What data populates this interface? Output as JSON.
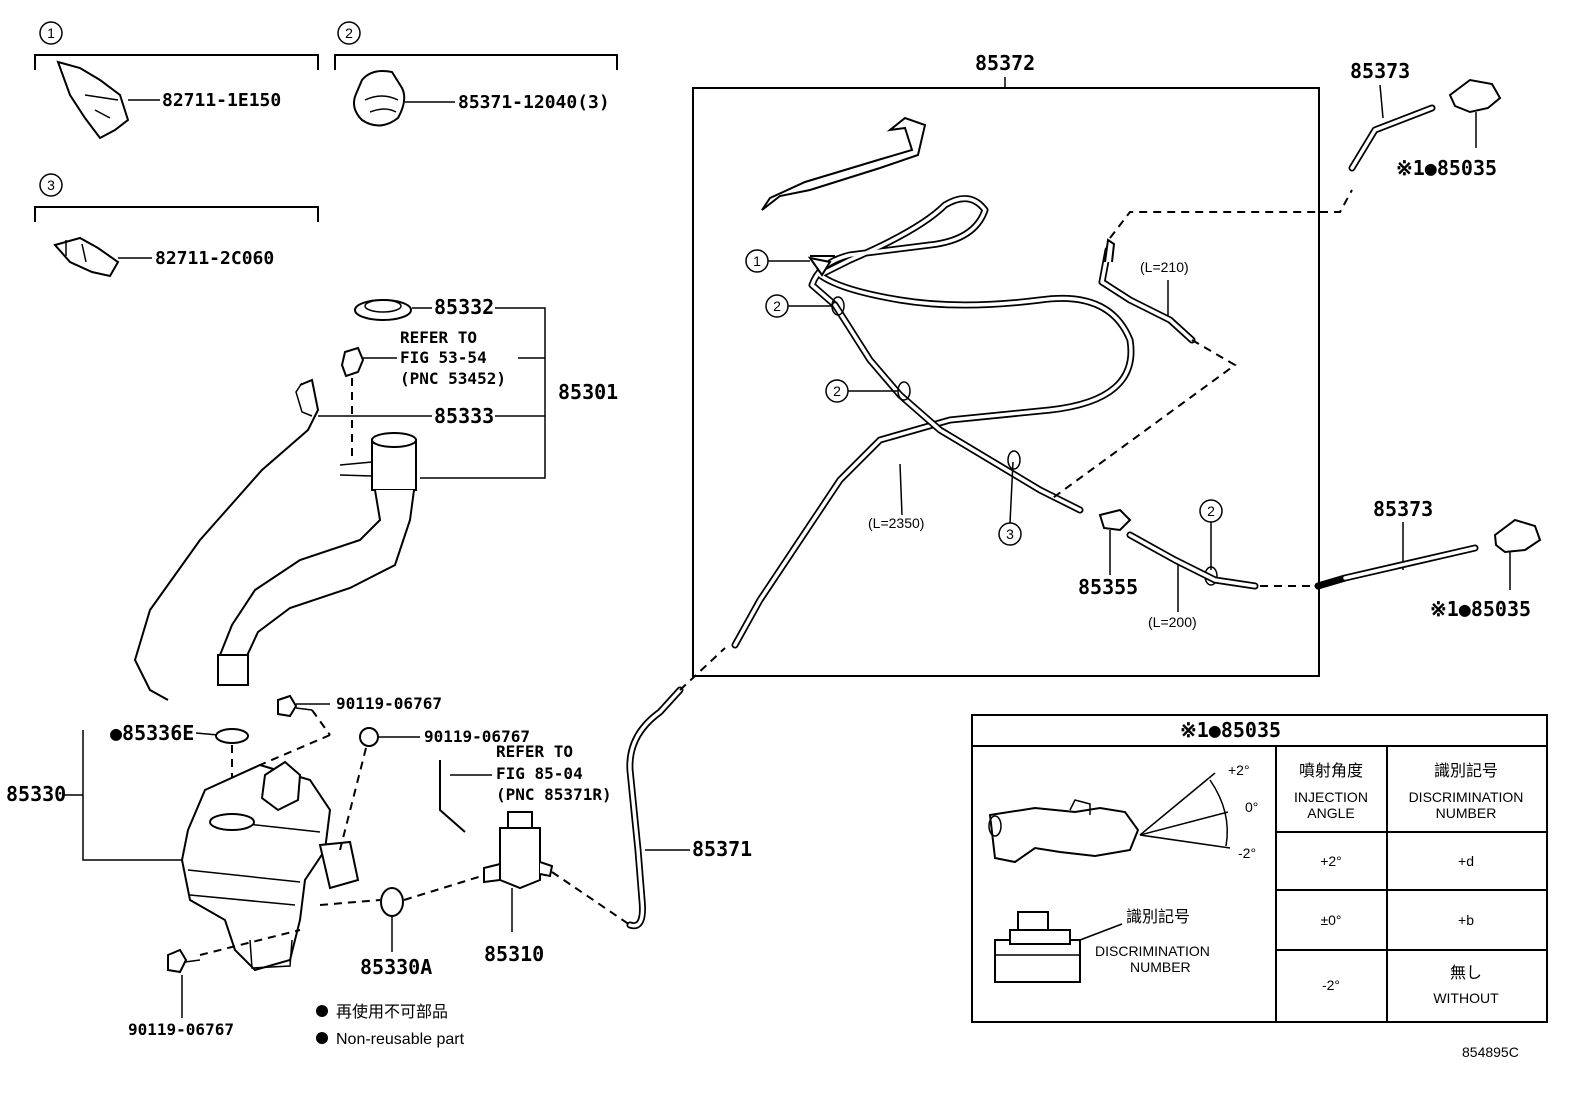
{
  "callouts": {
    "c1": "1",
    "c2": "2",
    "c3": "3"
  },
  "parts": {
    "p_82711_1e150": "82711-1E150",
    "p_85371_12040": "85371-12040(3)",
    "p_82711_2c060": "82711-2C060",
    "p_85332": "85332",
    "p_85333": "85333",
    "p_85301": "85301",
    "p_85372": "85372",
    "p_85373_top": "85373",
    "p_85373_mid": "85373",
    "p_85035_top": "※1●85035",
    "p_85035_mid": "※1●85035",
    "p_85355": "85355",
    "p_85336e": "●85336E",
    "p_85330": "85330",
    "p_90119_a": "90119-06767",
    "p_90119_b": "90119-06767",
    "p_90119_c": "90119-06767",
    "p_85371": "85371",
    "p_85330a": "85330A",
    "p_85310": "85310"
  },
  "refer_notes": {
    "ref1_l1": "REFER TO",
    "ref1_l2": "FIG 53-54",
    "ref1_l3": "(PNC 53452)",
    "ref2_l1": "REFER TO",
    "ref2_l2": "FIG 85-04",
    "ref2_l3": "(PNC 85371R)"
  },
  "lengths": {
    "l210": "(L=210)",
    "l2350": "(L=2350)",
    "l200": "(L=200)"
  },
  "legend": {
    "jp": "再使用不可部品",
    "en": "Non-reusable part"
  },
  "table": {
    "title": "※1●85035",
    "angle_marks": [
      "+2°",
      "0°",
      "-2°"
    ],
    "disc_label_jp": "識別記号",
    "disc_label_en_1": "DISCRIMINATION",
    "disc_label_en_2": "NUMBER",
    "col1_jp": "噴射角度",
    "col1_en_1": "INJECTION",
    "col1_en_2": "ANGLE",
    "col2_jp": "識別記号",
    "col2_en_1": "DISCRIMINATION",
    "col2_en_2": "NUMBER",
    "rows": [
      {
        "angle": "+2°",
        "disc": "+d"
      },
      {
        "angle": "±0°",
        "disc": "+b"
      },
      {
        "angle": "-2°",
        "disc_jp": "無し",
        "disc_en": "WITHOUT"
      }
    ]
  },
  "figure_id": "854895C"
}
